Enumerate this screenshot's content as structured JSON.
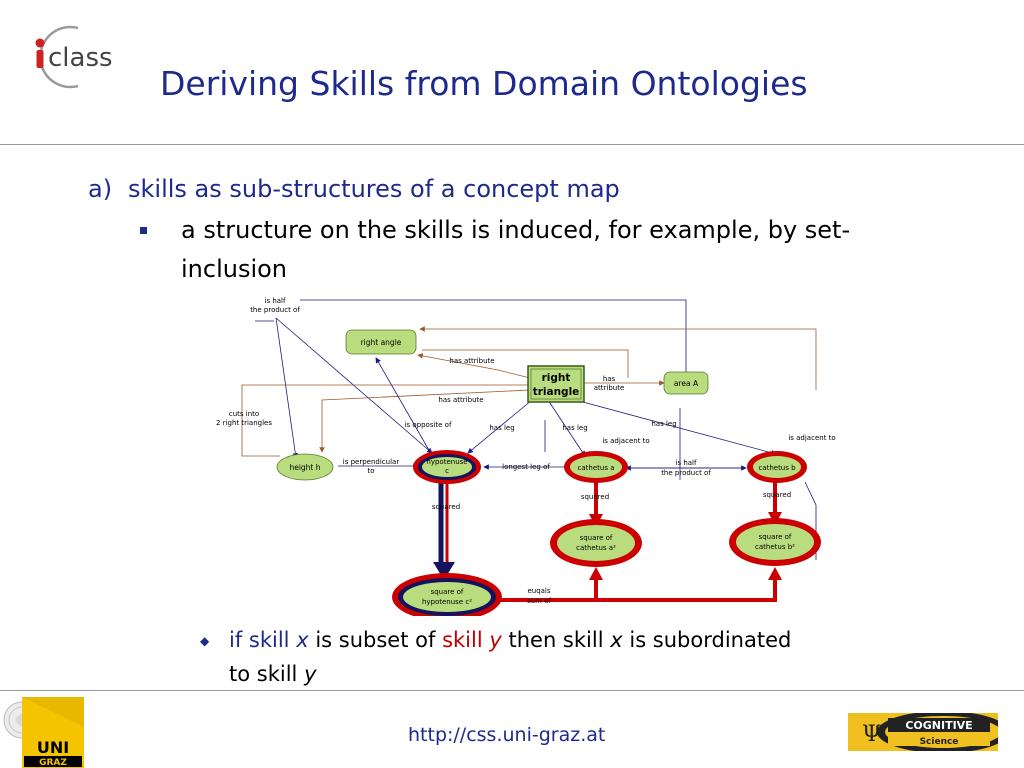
{
  "header": {
    "logo_text": "class",
    "title": "Deriving Skills from Domain Ontologies"
  },
  "content": {
    "bullet_a_marker": "a)",
    "bullet_a_text": "skills as sub-structures of a concept map",
    "bullet_b_line1": "a structure on the skills is induced, for example, by set-",
    "bullet_b_line2": "inclusion",
    "bullet_c": {
      "if_skill": "if skill",
      "x1": "x",
      "is_subset_of": "is subset of",
      "skill_red": "skill",
      "y_red": "y",
      "then_skill": "then skill",
      "x2": "x",
      "is_subordinated": "is subordinated",
      "to_skill": "to skill",
      "y2": "y"
    }
  },
  "concept_map": {
    "nodes": {
      "right_angle": "right angle",
      "right_triangle_l1": "right",
      "right_triangle_l2": "triangle",
      "area_a": "area A",
      "height_h": "height h",
      "hypotenuse_l1": "hypotenuse",
      "hypotenuse_l2": "c",
      "cathetus_a": "cathetus a",
      "cathetus_b": "cathetus b",
      "sq_cathetus_a_l1": "square of",
      "sq_cathetus_a_l2": "cathetus a²",
      "sq_cathetus_b_l1": "square of",
      "sq_cathetus_b_l2": "cathetus b²",
      "sq_hypotenuse_l1": "square of",
      "sq_hypotenuse_l2": "hypotenuse c²"
    },
    "links": {
      "is_half_top_l1": "is half",
      "is_half_top_l2": "the product of",
      "has_attribute_1": "has attribute",
      "has_attribute_2": "has attribute",
      "has_attribute_area_l1": "has",
      "has_attribute_area_l2": "attribute",
      "cuts_into_l1": "cuts into",
      "cuts_into_l2": "2 right triangles",
      "is_opposite_of": "is opposite of",
      "has_leg_1": "has leg",
      "has_leg_2": "has leg",
      "has_leg_3": "has leg",
      "is_adjacent_to_1": "is adjacent to",
      "is_adjacent_to_2": "is adjacent to",
      "is_perpendicular_l1": "is perpendicular",
      "is_perpendicular_l2": "to",
      "longest_leg_of": "longest leg of",
      "is_half_mid_l1": "is half",
      "is_half_mid_l2": "the product of",
      "squared_1": "squared",
      "squared_2": "squared",
      "squared_3": "squared",
      "equals_l1": "euqals",
      "equals_l2": "sum of"
    }
  },
  "footer": {
    "url": "http://css.uni-graz.at",
    "uni_l1": "UNI",
    "uni_l2": "GRAZ",
    "cognitive": "COGNITIVE",
    "science": "Science"
  },
  "colors": {
    "title_blue": "#1d2a8c",
    "node_green": "#b9dc7e",
    "skill_red": "#cc0000",
    "skill_navy": "#13135e"
  }
}
